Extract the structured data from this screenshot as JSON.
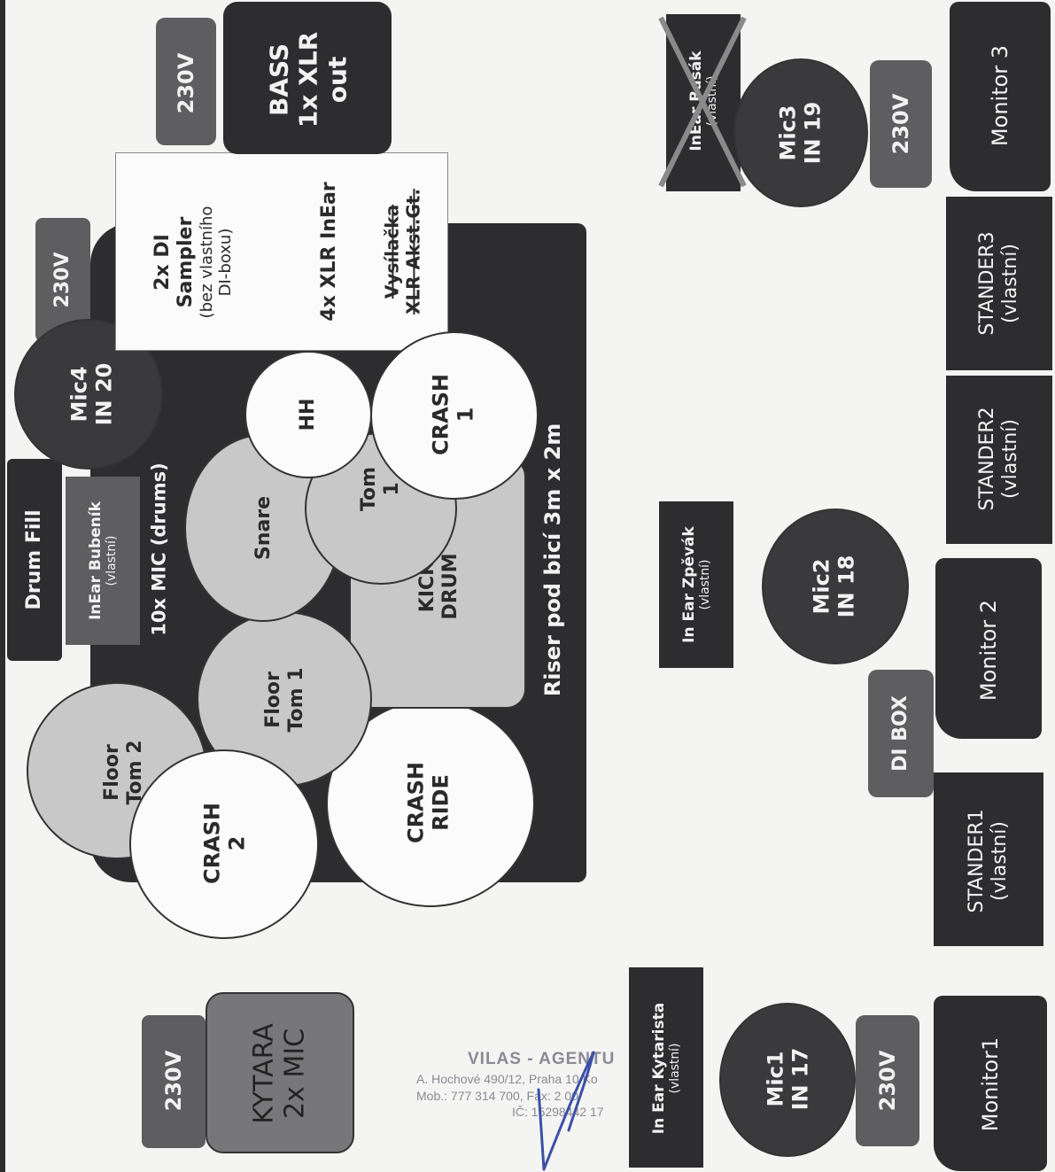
{
  "colors": {
    "dark": "#2d2d2f",
    "mid": "#5e5e60",
    "light": "#c8c8c8",
    "white": "#fbfbfb"
  },
  "drum_area": {
    "riser_label": "Riser pod bicí 3m x 2m",
    "drum_fill": "Drum Fill",
    "inear_bubenik": [
      "InEar Bubeník",
      "(vlastní)"
    ],
    "mic_label": "10x MIC (drums)",
    "mic4": [
      "Mic4",
      "IN 20"
    ],
    "power_top": "230V",
    "sampler": {
      "line1": "2x DI",
      "line2": "Sampler",
      "line3": "(bez vlastního",
      "line4": "DI-boxu)",
      "line5": "4x XLR InEar",
      "line6": "Vysílačka",
      "line7": "XLR Akst.Gt."
    },
    "hh": "HH",
    "crash1": [
      "CRASH",
      "1"
    ],
    "snare": "Snare",
    "tom1": [
      "Tom",
      "1"
    ],
    "kick": [
      "KICK",
      "DRUM"
    ],
    "floor_tom1": [
      "Floor",
      "Tom 1"
    ],
    "floor_tom2": [
      "Floor",
      "Tom 2"
    ],
    "crash2": [
      "CRASH",
      "2"
    ],
    "crash_ride": [
      "CRASH",
      "RIDE"
    ]
  },
  "bass": {
    "power": "230V",
    "label": [
      "BASS",
      "1x XLR",
      "out"
    ]
  },
  "guitar": {
    "power": "230V",
    "label": [
      "KYTARA",
      "2x MIC"
    ]
  },
  "bassist": {
    "inear": [
      "InEar Basák",
      "(vlastní)"
    ],
    "mic3": [
      "Mic3",
      "IN 19"
    ],
    "power": "230V",
    "monitor": "Monitor 3",
    "stander": [
      "STANDER3",
      "(vlastní)"
    ]
  },
  "singer": {
    "inear": [
      "In Ear Zpěvák",
      "(vlastní)"
    ],
    "mic2": [
      "Mic2",
      "IN 18"
    ],
    "monitor": "Monitor 2",
    "stander2": [
      "STANDER2",
      "(vlastní)"
    ],
    "di_box": "DI BOX",
    "stander1": [
      "STANDER1",
      "(vlastní)"
    ]
  },
  "guitarist": {
    "inear": [
      "In Ear Kytarista",
      "(vlastní)"
    ],
    "mic1": [
      "Mic1",
      "IN 17"
    ],
    "power": "230V",
    "monitor": "Monitor1"
  },
  "stamp": {
    "name": "VILAS - AGENTU",
    "address": "A. Hochové 490/12, Praha 10 Ko",
    "phone": "Mob.: 777 314 700, Fax: 2     00",
    "ic": "IČ: 15298442     17"
  }
}
